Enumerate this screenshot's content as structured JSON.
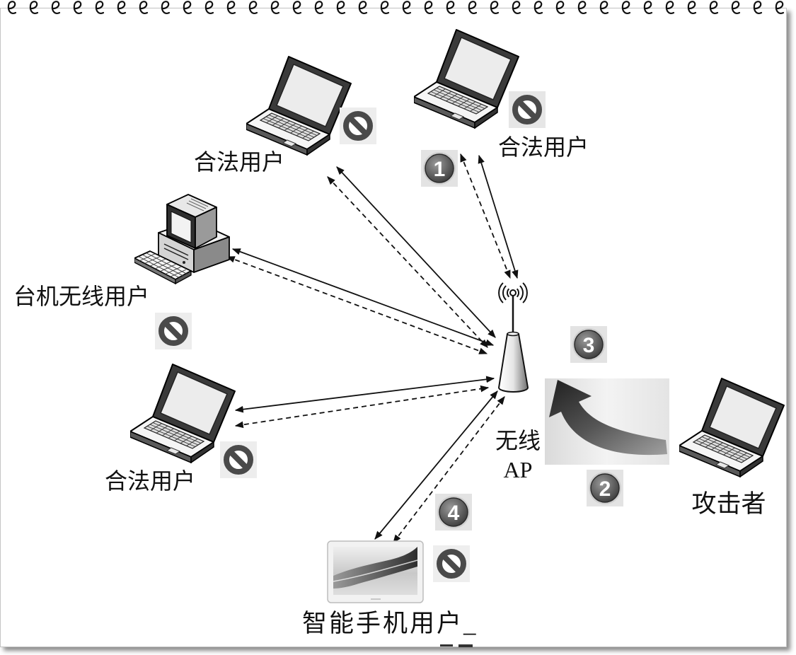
{
  "access_point": {
    "label_line1": "无线",
    "label_line2": "AP",
    "icon": "wireless-access-point-icon"
  },
  "devices": {
    "laptop_top_left": {
      "label": "合法用户",
      "icon": "laptop-icon",
      "status_icon": "prohibited-icon"
    },
    "laptop_top_right": {
      "label": "合法用户",
      "icon": "laptop-icon",
      "status_icon": "prohibited-icon"
    },
    "desktop": {
      "label": "台机无线用户",
      "icon": "desktop-computer-icon",
      "status_icon": "prohibited-icon"
    },
    "laptop_bottom_left": {
      "label": "合法用户",
      "icon": "laptop-icon",
      "status_icon": "prohibited-icon"
    },
    "tablet": {
      "label": "智能手机用户_",
      "icon": "tablet-icon",
      "status_icon": "prohibited-icon"
    }
  },
  "attacker": {
    "label": "攻击者",
    "icon": "laptop-icon",
    "arrow_icon": "curved-arrow-icon"
  },
  "step_badges": {
    "one": "1",
    "two": "2",
    "three": "3",
    "four": "4"
  },
  "colors": {
    "line": "#111111",
    "prohibited": "#4a4a4a",
    "badge_dark": "#3c3c3c",
    "badge_light": "#9a9a9a",
    "badge_digit": "#ffffff",
    "page_background": "#ffffff"
  }
}
